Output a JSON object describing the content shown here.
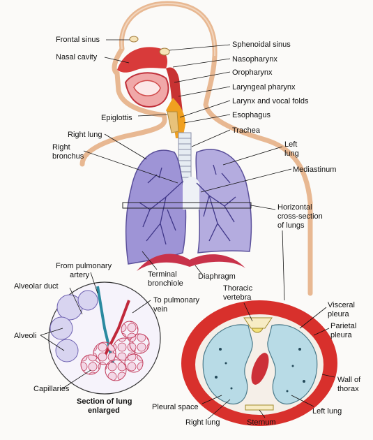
{
  "labels": {
    "frontal_sinus": "Frontal sinus",
    "nasal_cavity": "Nasal cavity",
    "sphenoidal_sinus": "Sphenoidal sinus",
    "nasopharynx": "Nasopharynx",
    "oropharynx": "Oropharynx",
    "laryngeal_pharynx": "Laryngeal pharynx",
    "larynx": "Larynx and vocal folds",
    "epiglottis": "Epiglottis",
    "esophagus": "Esophagus",
    "trachea": "Trachea",
    "right_lung": "Right lung",
    "right_bronchus": [
      "Right",
      "bronchus"
    ],
    "left_lung": [
      "Left",
      "lung"
    ],
    "mediastinum": "Mediastinum",
    "horizontal_section": [
      "Horizontal",
      "cross-section",
      "of lungs"
    ],
    "from_pulmonary_artery": [
      "From pulmonary",
      "artery"
    ],
    "terminal_bronchiole": [
      "Terminal",
      "bronchiole"
    ],
    "diaphragm": "Diaphragm",
    "alveolar_duct": "Alveolar duct",
    "to_pulmonary_vein": [
      "To pulmonary",
      "vein"
    ],
    "alveoli": "Alveoli",
    "capillaries": "Capillaries",
    "section_enlarged": [
      "Section of lung",
      "enlarged"
    ],
    "thoracic_vertebra": [
      "Thoracic",
      "vertebra"
    ],
    "visceral_pleura": [
      "Visceral",
      "pleura"
    ],
    "parietal_pleura": [
      "Parietal",
      "pleura"
    ],
    "wall_of_thorax": [
      "Wall of",
      "thorax"
    ],
    "pleural_space": "Pleural space",
    "right_lung_cs": "Right lung",
    "sternum": "Sternum",
    "left_lung_cs": "Left lung"
  },
  "colors": {
    "skin": "#e8b892",
    "nasal": "#d83a3a",
    "lung": "#9e94d6",
    "lung_dark": "#6c5fb0",
    "diaphragm": "#c8324a",
    "esophagus": "#f0a020",
    "thorax_wall": "#d8302c",
    "pleura": "#b8dbe6",
    "trachea": "#e6ecf2"
  }
}
